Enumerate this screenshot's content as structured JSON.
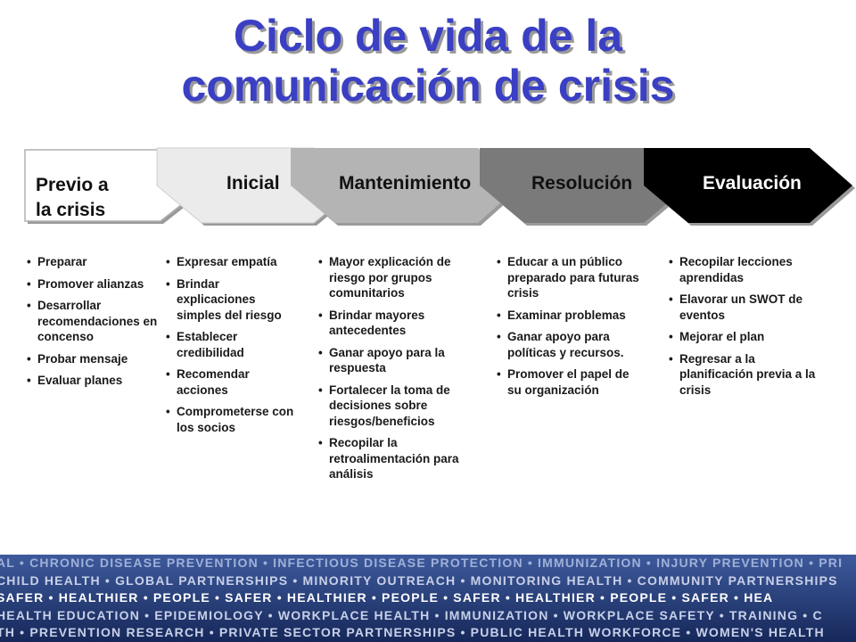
{
  "title": {
    "line1": "Ciclo de vida de la",
    "line2": "comunicación de crisis"
  },
  "colors": {
    "title": "#3a3fc4",
    "stage1": "#ffffff",
    "stage2": "#ebebeb",
    "stage3": "#b4b4b4",
    "stage4": "#7a7a7a",
    "stage5": "#000000"
  },
  "stages": [
    {
      "label_line1": "Previo a",
      "label_line2": "la crisis",
      "items": [
        "Preparar",
        "Promover alianzas",
        "Desarrollar recomendaciones en concenso",
        "Probar mensaje",
        "Evaluar planes"
      ]
    },
    {
      "label": "Inicial",
      "items": [
        "Expresar empatía",
        "Brindar explicaciones simples del riesgo",
        "Establecer credibilidad",
        "Recomendar acciones",
        "Comprometerse con los socios"
      ]
    },
    {
      "label": "Mantenimiento",
      "items": [
        "Mayor explicación de riesgo por grupos comunitarios",
        "Brindar mayores antecedentes",
        "Ganar apoyo para la respuesta",
        "Fortalecer la toma de decisiones sobre riesgos/beneficios",
        "Recopilar la retroalimentación para análisis"
      ]
    },
    {
      "label": "Resolución",
      "items": [
        "Educar a un público preparado para futuras crisis",
        "Examinar problemas",
        "Ganar apoyo para políticas y recursos.",
        "Promover el papel de su organización"
      ]
    },
    {
      "label": "Evaluación",
      "items": [
        "Recopilar lecciones aprendidas",
        "Elavorar un SWOT de eventos",
        "Mejorar el plan",
        "Regresar a la planificación previa a la crisis"
      ]
    }
  ],
  "banner": [
    "AL • CHRONIC DISEASE PREVENTION • INFECTIOUS DISEASE PROTECTION • IMMUNIZATION • INJURY PREVENTION • PRI",
    "CHILD HEALTH • GLOBAL PARTNERSHIPS • MINORITY OUTREACH • MONITORING HEALTH • COMMUNITY PARTNERSHIPS",
    "SAFER • HEALTHIER • PEOPLE • SAFER • HEALTHIER • PEOPLE • SAFER • HEALTHIER • PEOPLE • SAFER • HEA",
    "HEALTH EDUCATION • EPIDEMIOLOGY • WORKPLACE HEALTH • IMMUNIZATION • WORKPLACE SAFETY • TRAINING • C",
    "TH • PREVENTION RESEARCH • PRIVATE SECTOR PARTNERSHIPS • PUBLIC HEALTH WORKFORCE • WOMEN'S HEALTH"
  ]
}
